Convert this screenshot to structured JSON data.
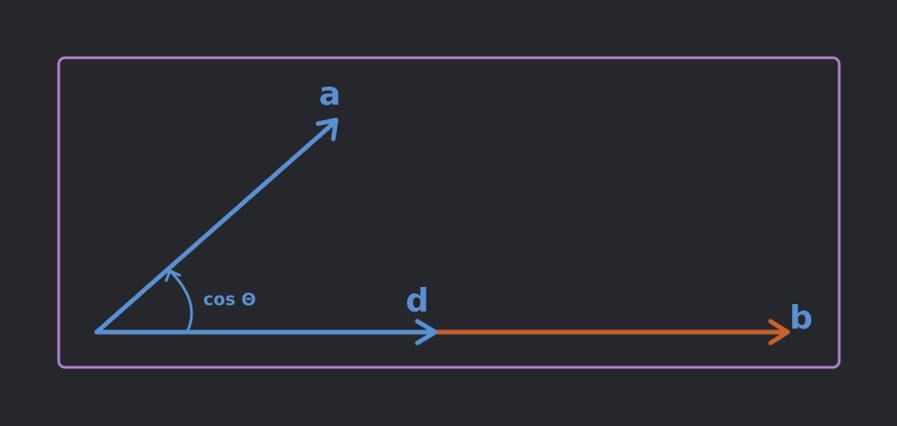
{
  "colors": {
    "background": "#26272d",
    "frame": "#b37fc9",
    "vector_blue": "#5a8fd0",
    "vector_orange": "#c7602b",
    "label_blue": "#5a8fd0"
  },
  "labels": {
    "vector_a": "a",
    "vector_b": "b",
    "vector_d": "d",
    "angle": "cos Θ"
  }
}
